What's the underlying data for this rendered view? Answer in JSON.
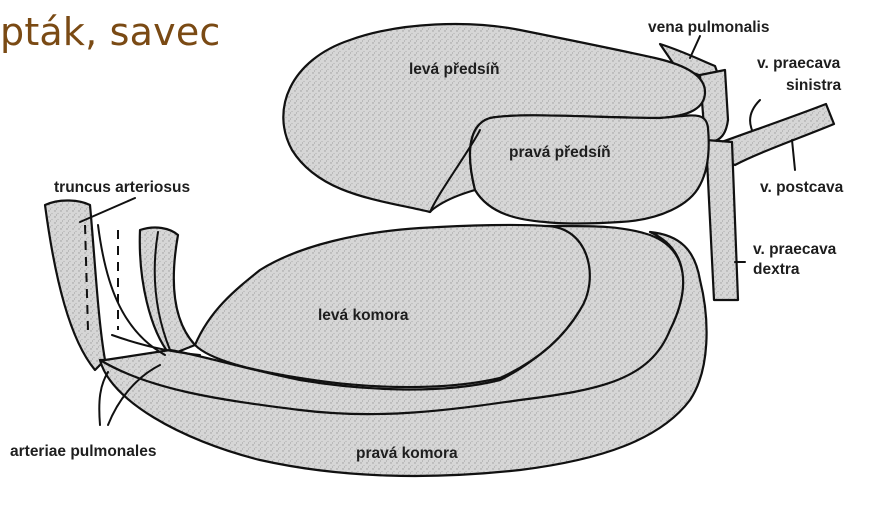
{
  "title": "pták, savec",
  "labels": {
    "vena_pulmonalis": "vena pulmonalis",
    "v_praecava_sinistra_1": "v. praecava",
    "v_praecava_sinistra_2": "sinistra",
    "leva_predsin": "levá předsíň",
    "prava_predsin": "pravá předsíň",
    "v_postcava": "v. postcava",
    "truncus_arteriosus": "truncus arteriosus",
    "v_praecava_dextra_1": "v. praecava",
    "v_praecava_dextra_2": "dextra",
    "leva_komora": "levá komora",
    "arteriae_pulmonales": "arteriae pulmonales",
    "prava_komora": "pravá komora"
  },
  "colors": {
    "title": "#7a4a14",
    "organ_fill": "#d4d4d4",
    "outline": "#111111"
  }
}
